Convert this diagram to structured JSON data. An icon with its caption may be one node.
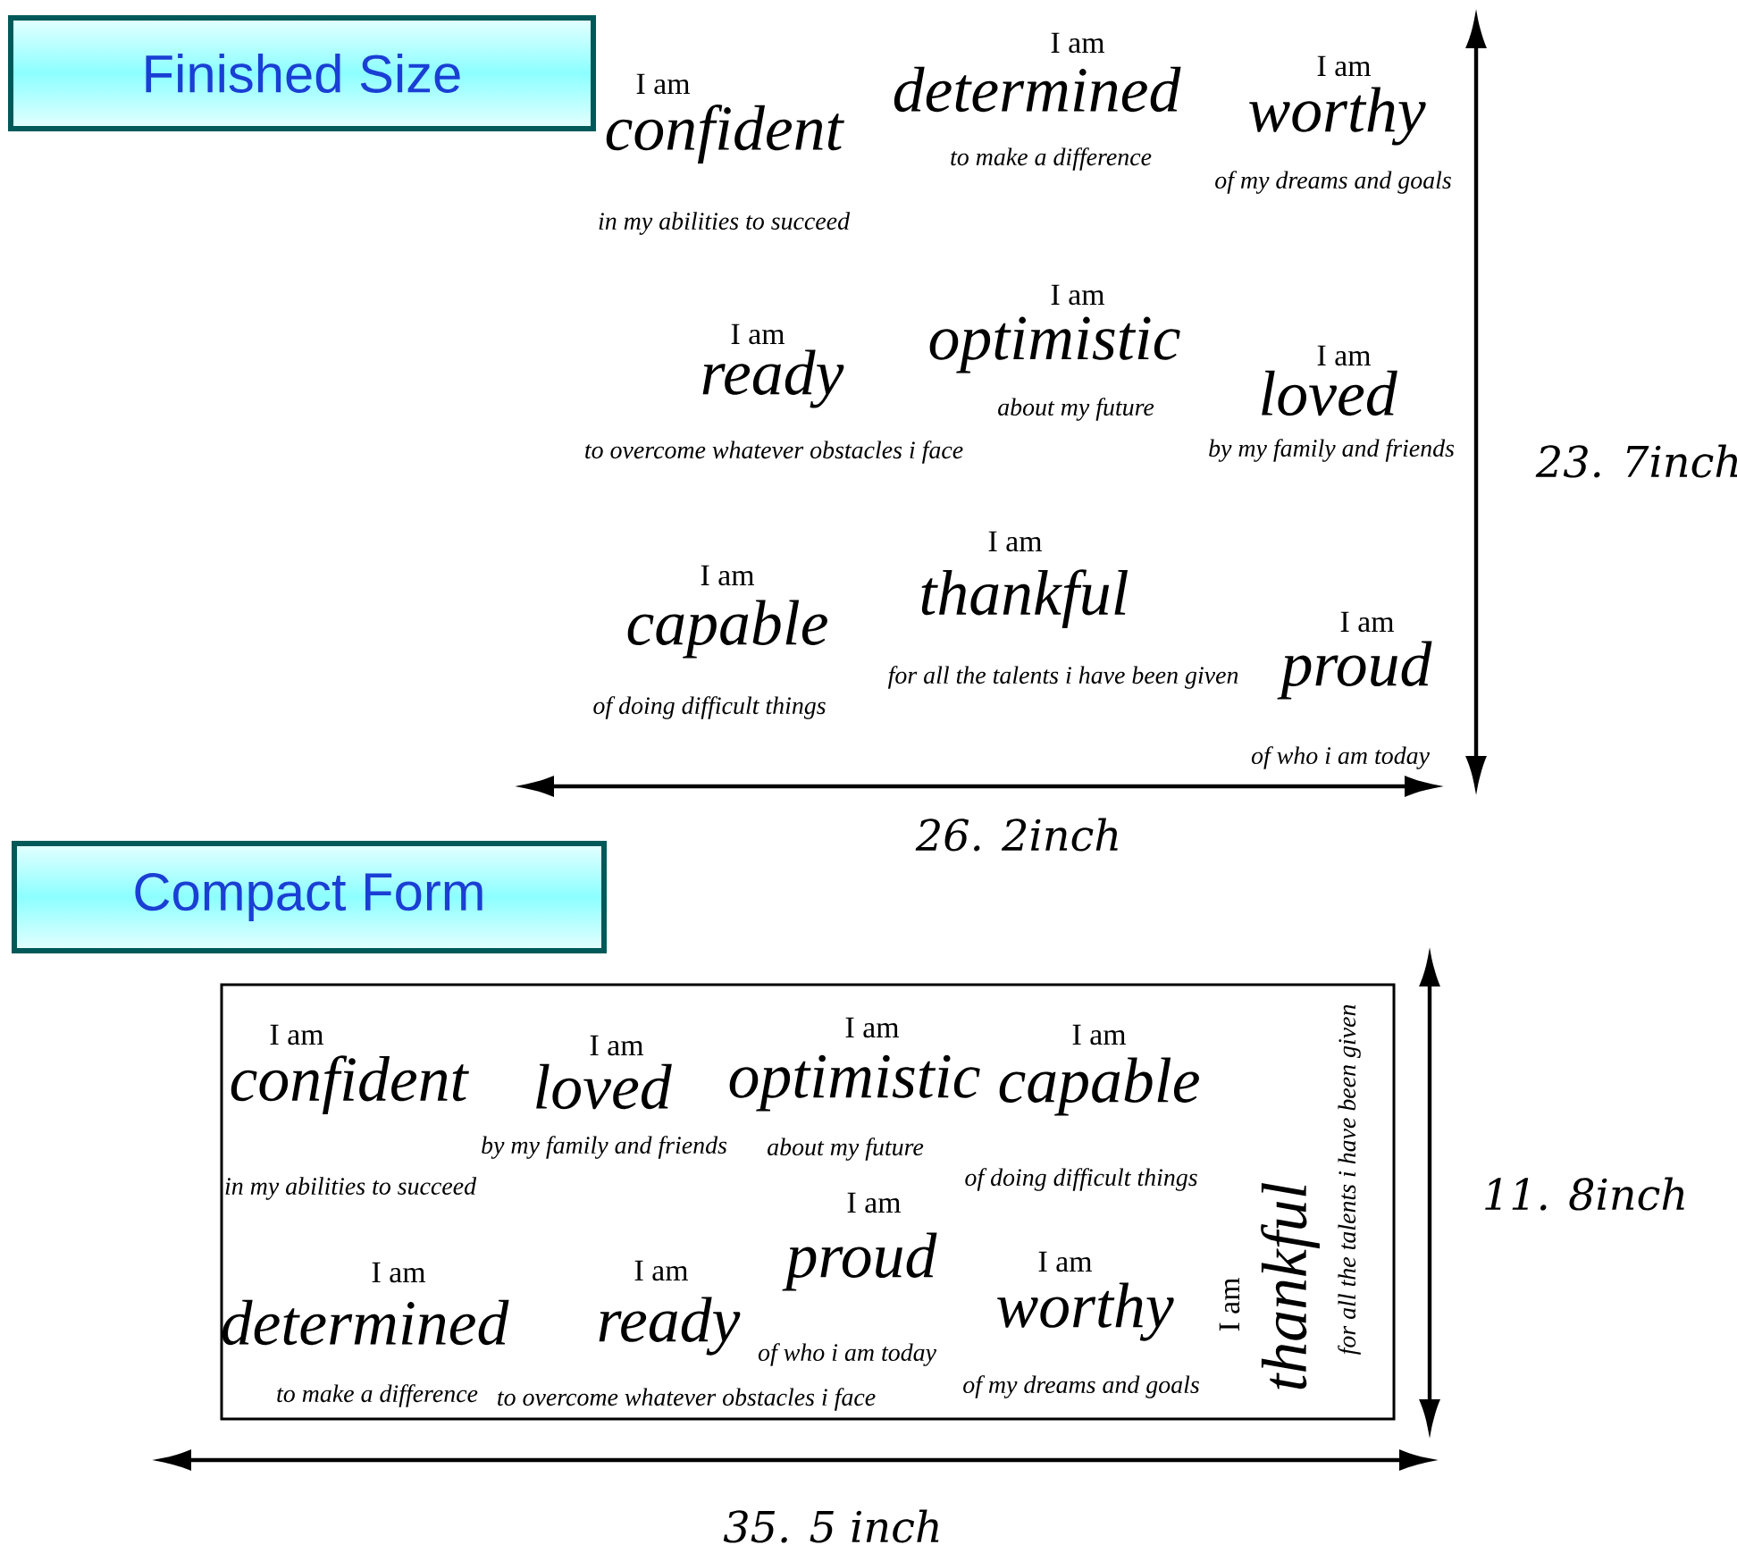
{
  "diagram": {
    "nodes": [
      {
        "text": [
          "Finished Size"
        ]
      },
      {
        "text": [
          "Compact Form"
        ]
      },
      {
        "text": [],
        "shape": "box"
      }
    ],
    "labels": [
      "I am",
      "confident",
      "in my abilities to succeed",
      "I am",
      "determined",
      "to make a difference",
      "I am",
      "worthy",
      "of my dreams and goals",
      "I am",
      "ready",
      "to overcome whatever obstacles i face",
      "I am",
      "optimistic",
      "about my future",
      "I am",
      "loved",
      "by my family and friends",
      "I am",
      "capable",
      "of doing difficult things",
      "I am",
      "thankful",
      "for all the talents i have been given",
      "I am",
      "proud",
      "of who i am today",
      "23. 7inch",
      "26. 2inch",
      "I am",
      "confident",
      "in my abilities to succeed",
      "I am",
      "loved",
      "by my family and friends",
      "I am",
      "optimistic",
      "about my future",
      "I am",
      "capable",
      "of doing difficult things",
      "I am",
      "determined",
      "to make a difference",
      "I am",
      "ready",
      "to overcome whatever obstacles i face",
      "I am",
      "proud",
      "of who i am today",
      "I am",
      "worthy",
      "of my dreams and goals",
      "I am",
      "thankful",
      "for all the talents i have been given",
      "11. 8inch",
      "35. 5 inch"
    ]
  }
}
